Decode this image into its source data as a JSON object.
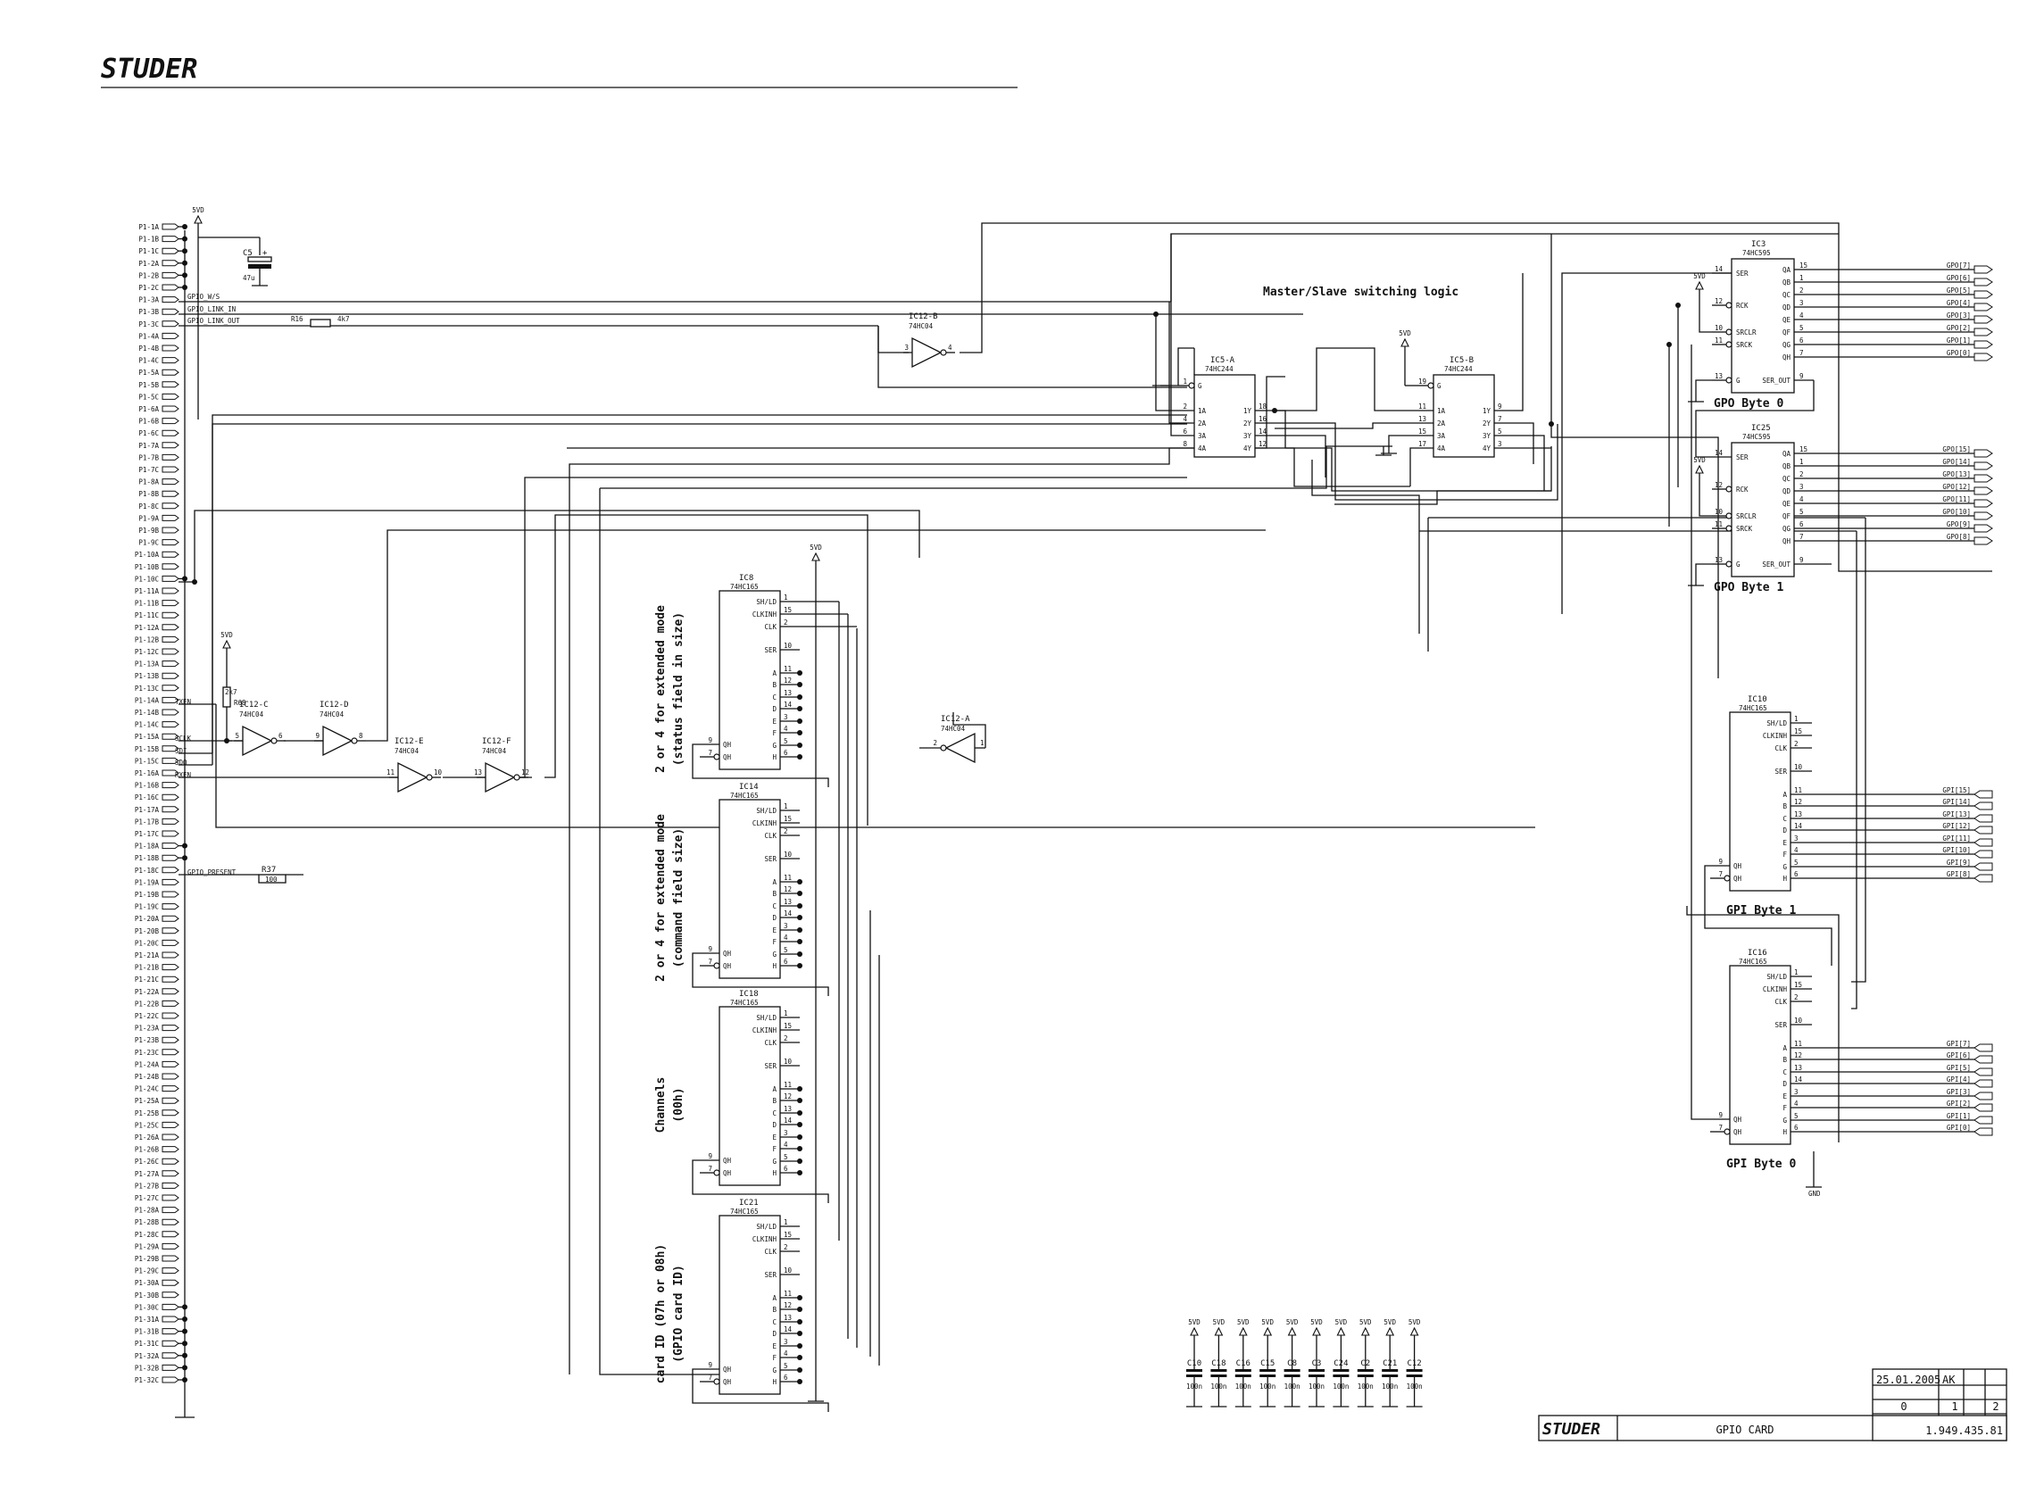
{
  "header": {
    "brand": "STUDER"
  },
  "connector": {
    "pins": [
      "P1-1A",
      "P1-1B",
      "P1-1C",
      "P1-2A",
      "P1-2B",
      "P1-2C",
      "P1-3A",
      "P1-3B",
      "P1-3C",
      "P1-4A",
      "P1-4B",
      "P1-4C",
      "P1-5A",
      "P1-5B",
      "P1-5C",
      "P1-6A",
      "P1-6B",
      "P1-6C",
      "P1-7A",
      "P1-7B",
      "P1-7C",
      "P1-8A",
      "P1-8B",
      "P1-8C",
      "P1-9A",
      "P1-9B",
      "P1-9C",
      "P1-10A",
      "P1-10B",
      "P1-10C",
      "P1-11A",
      "P1-11B",
      "P1-11C",
      "P1-12A",
      "P1-12B",
      "P1-12C",
      "P1-13A",
      "P1-13B",
      "P1-13C",
      "P1-14A",
      "P1-14B",
      "P1-14C",
      "P1-15A",
      "P1-15B",
      "P1-15C",
      "P1-16A",
      "P1-16B",
      "P1-16C",
      "P1-17A",
      "P1-17B",
      "P1-17C",
      "P1-18A",
      "P1-18B",
      "P1-18C",
      "P1-19A",
      "P1-19B",
      "P1-19C",
      "P1-20A",
      "P1-20B",
      "P1-20C",
      "P1-21A",
      "P1-21B",
      "P1-21C",
      "P1-22A",
      "P1-22B",
      "P1-22C",
      "P1-23A",
      "P1-23B",
      "P1-23C",
      "P1-24A",
      "P1-24B",
      "P1-24C",
      "P1-25A",
      "P1-25B",
      "P1-25C",
      "P1-26A",
      "P1-26B",
      "P1-26C",
      "P1-27A",
      "P1-27B",
      "P1-27C",
      "P1-28A",
      "P1-28B",
      "P1-28C",
      "P1-29A",
      "P1-29B",
      "P1-29C",
      "P1-30A",
      "P1-30B",
      "P1-30C",
      "P1-31A",
      "P1-31B",
      "P1-31C",
      "P1-32A",
      "P1-32B",
      "P1-32C"
    ]
  },
  "nets": {
    "gpio_ws": "GPIO_W/S",
    "link_in": "GPIO_LINK_IN",
    "link_out": "GPIO_LINK_OUT",
    "present": "GPIO_PRESENT",
    "txen": "TXEN",
    "sclk": "SCLK",
    "sdi": "SDI",
    "sdo": "SDO",
    "rxen": "RXEN",
    "vcc": "5VD",
    "gnd": "GND"
  },
  "passives": {
    "c5": {
      "ref": "C5",
      "value": "47u",
      "polarity": "+"
    },
    "r16": {
      "ref": "R16",
      "value": "4k7"
    },
    "r68": {
      "ref": "R68",
      "value": "2k7"
    },
    "r37": {
      "ref": "R37",
      "value": "100"
    }
  },
  "inverters": [
    {
      "ref": "IC12-B",
      "part": "74HC04",
      "pin_in": "3",
      "pin_out": "4"
    },
    {
      "ref": "IC12-C",
      "part": "74HC04",
      "pin_in": "5",
      "pin_out": "6"
    },
    {
      "ref": "IC12-D",
      "part": "74HC04",
      "pin_in": "9",
      "pin_out": "8"
    },
    {
      "ref": "IC12-E",
      "part": "74HC04",
      "pin_in": "11",
      "pin_out": "10"
    },
    {
      "ref": "IC12-F",
      "part": "74HC04",
      "pin_in": "13",
      "pin_out": "12"
    },
    {
      "ref": "IC12-A",
      "part": "74HC04",
      "pin_in": "1",
      "pin_out": "2"
    }
  ],
  "buffers": [
    {
      "ref": "IC5-A",
      "part": "74HC244",
      "oe_pin": "1",
      "oe_label": "G",
      "inputs": [
        {
          "pin": "2",
          "name": "1A"
        },
        {
          "pin": "4",
          "name": "2A"
        },
        {
          "pin": "6",
          "name": "3A"
        },
        {
          "pin": "8",
          "name": "4A"
        }
      ],
      "outputs": [
        {
          "pin": "18",
          "name": "1Y"
        },
        {
          "pin": "16",
          "name": "2Y"
        },
        {
          "pin": "14",
          "name": "3Y"
        },
        {
          "pin": "12",
          "name": "4Y"
        }
      ]
    },
    {
      "ref": "IC5-B",
      "part": "74HC244",
      "oe_pin": "19",
      "oe_label": "G",
      "inputs": [
        {
          "pin": "11",
          "name": "1A"
        },
        {
          "pin": "13",
          "name": "2A"
        },
        {
          "pin": "15",
          "name": "3A"
        },
        {
          "pin": "17",
          "name": "4A"
        }
      ],
      "outputs": [
        {
          "pin": "9",
          "name": "1Y"
        },
        {
          "pin": "7",
          "name": "2Y"
        },
        {
          "pin": "5",
          "name": "3Y"
        },
        {
          "pin": "3",
          "name": "4Y"
        }
      ]
    }
  ],
  "master_slave_label": "Master/Slave switching logic",
  "sr165_pins": {
    "left": [
      {
        "pin": "1",
        "name": "SH/LD"
      },
      {
        "pin": "15",
        "name": "CLKINH"
      },
      {
        "pin": "2",
        "name": "CLK"
      },
      {
        "pin": "10",
        "name": "SER"
      },
      {
        "pin": "11",
        "name": "A"
      },
      {
        "pin": "12",
        "name": "B"
      },
      {
        "pin": "13",
        "name": "C"
      },
      {
        "pin": "14",
        "name": "D"
      },
      {
        "pin": "3",
        "name": "E"
      },
      {
        "pin": "4",
        "name": "F"
      },
      {
        "pin": "5",
        "name": "G"
      },
      {
        "pin": "6",
        "name": "H"
      }
    ],
    "qh": {
      "pin": "9",
      "name": "QH"
    },
    "qhb": {
      "pin": "7",
      "name": "QH"
    }
  },
  "sr165_chips": [
    {
      "ref": "IC8",
      "part": "74HC165",
      "note": "2 or 4 for extended mode",
      "note2": "(status field in size)"
    },
    {
      "ref": "IC14",
      "part": "74HC165",
      "note": "2 or 4 for extended mode",
      "note2": "(command field size)"
    },
    {
      "ref": "IC18",
      "part": "74HC165",
      "note": "Channels",
      "note2": "(00h)"
    },
    {
      "ref": "IC21",
      "part": "74HC165",
      "note": "card ID (07h or 08h)",
      "note2": "(GPIO card ID)"
    }
  ],
  "sr595_pins": {
    "left": [
      {
        "pin": "14",
        "name": "SER"
      },
      {
        "pin": "12",
        "name": "RCK"
      },
      {
        "pin": "10",
        "name": "SRCLR"
      },
      {
        "pin": "11",
        "name": "SRCK"
      },
      {
        "pin": "13",
        "name": "G"
      }
    ],
    "right": [
      {
        "pin": "15",
        "name": "QA"
      },
      {
        "pin": "1",
        "name": "QB"
      },
      {
        "pin": "2",
        "name": "QC"
      },
      {
        "pin": "3",
        "name": "QD"
      },
      {
        "pin": "4",
        "name": "QE"
      },
      {
        "pin": "5",
        "name": "QF"
      },
      {
        "pin": "6",
        "name": "QG"
      },
      {
        "pin": "7",
        "name": "QH"
      }
    ],
    "ser_out": {
      "pin": "9",
      "name": "SER_OUT"
    }
  },
  "gpo_blocks": [
    {
      "ref": "IC3",
      "part": "74HC595",
      "title": "GPO Byte 0",
      "outputs": [
        "GPO[7]",
        "GPO[6]",
        "GPO[5]",
        "GPO[4]",
        "GPO[3]",
        "GPO[2]",
        "GPO[1]",
        "GPO[0]"
      ]
    },
    {
      "ref": "IC25",
      "part": "74HC595",
      "title": "GPO Byte 1",
      "outputs": [
        "GPO[15]",
        "GPO[14]",
        "GPO[13]",
        "GPO[12]",
        "GPO[11]",
        "GPO[10]",
        "GPO[9]",
        "GPO[8]"
      ]
    }
  ],
  "gpi_blocks": [
    {
      "ref": "IC10",
      "part": "74HC165",
      "title": "GPI Byte 1",
      "inputs": [
        "GPI[15]",
        "GPI[14]",
        "GPI[13]",
        "GPI[12]",
        "GPI[11]",
        "GPI[10]",
        "GPI[9]",
        "GPI[8]"
      ]
    },
    {
      "ref": "IC16",
      "part": "74HC165",
      "title": "GPI Byte 0",
      "inputs": [
        "GPI[7]",
        "GPI[6]",
        "GPI[5]",
        "GPI[4]",
        "GPI[3]",
        "GPI[2]",
        "GPI[1]",
        "GPI[0]"
      ]
    }
  ],
  "decoupling": [
    {
      "ref": "C10",
      "value": "100n"
    },
    {
      "ref": "C18",
      "value": "100n"
    },
    {
      "ref": "C16",
      "value": "100n"
    },
    {
      "ref": "C15",
      "value": "100n"
    },
    {
      "ref": "C8",
      "value": "100n"
    },
    {
      "ref": "C3",
      "value": "100n"
    },
    {
      "ref": "C24",
      "value": "100n"
    },
    {
      "ref": "C2",
      "value": "100n"
    },
    {
      "ref": "C21",
      "value": "100n"
    },
    {
      "ref": "C12",
      "value": "100n"
    }
  ],
  "title_block": {
    "date": "25.01.2005",
    "initials": "AK",
    "brand": "STUDER",
    "title": "GPIO CARD",
    "index": "0",
    "sheet": "1",
    "sheets": "2",
    "drawing_no": "1.949.435.81"
  }
}
